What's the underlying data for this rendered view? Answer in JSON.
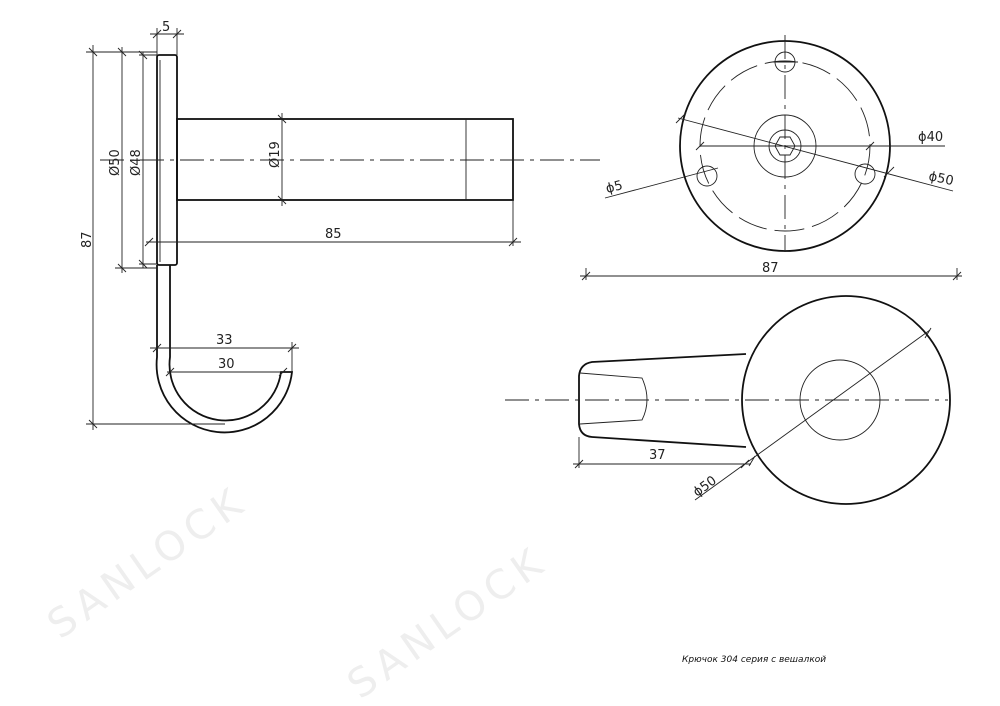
{
  "watermark": "SANLOCK",
  "caption": "Крючок 304 серия с вешалкой",
  "side_view": {
    "dims": {
      "flange_thickness": "5",
      "overall_height": "87",
      "flange_outer_diameter": "Ø50",
      "flange_inner_diameter": "Ø48",
      "tube_diameter": "Ø19",
      "tube_length": "85",
      "hook_outer_width": "33",
      "hook_inner_width": "30"
    }
  },
  "front_view": {
    "dims": {
      "bolt_circle_diameter": "ϕ40",
      "outer_diameter": "ϕ50",
      "hole_diameter": "ϕ5",
      "overall_width": "87"
    }
  },
  "top_view": {
    "dims": {
      "arm_length": "37",
      "diameter": "ϕ50"
    }
  }
}
